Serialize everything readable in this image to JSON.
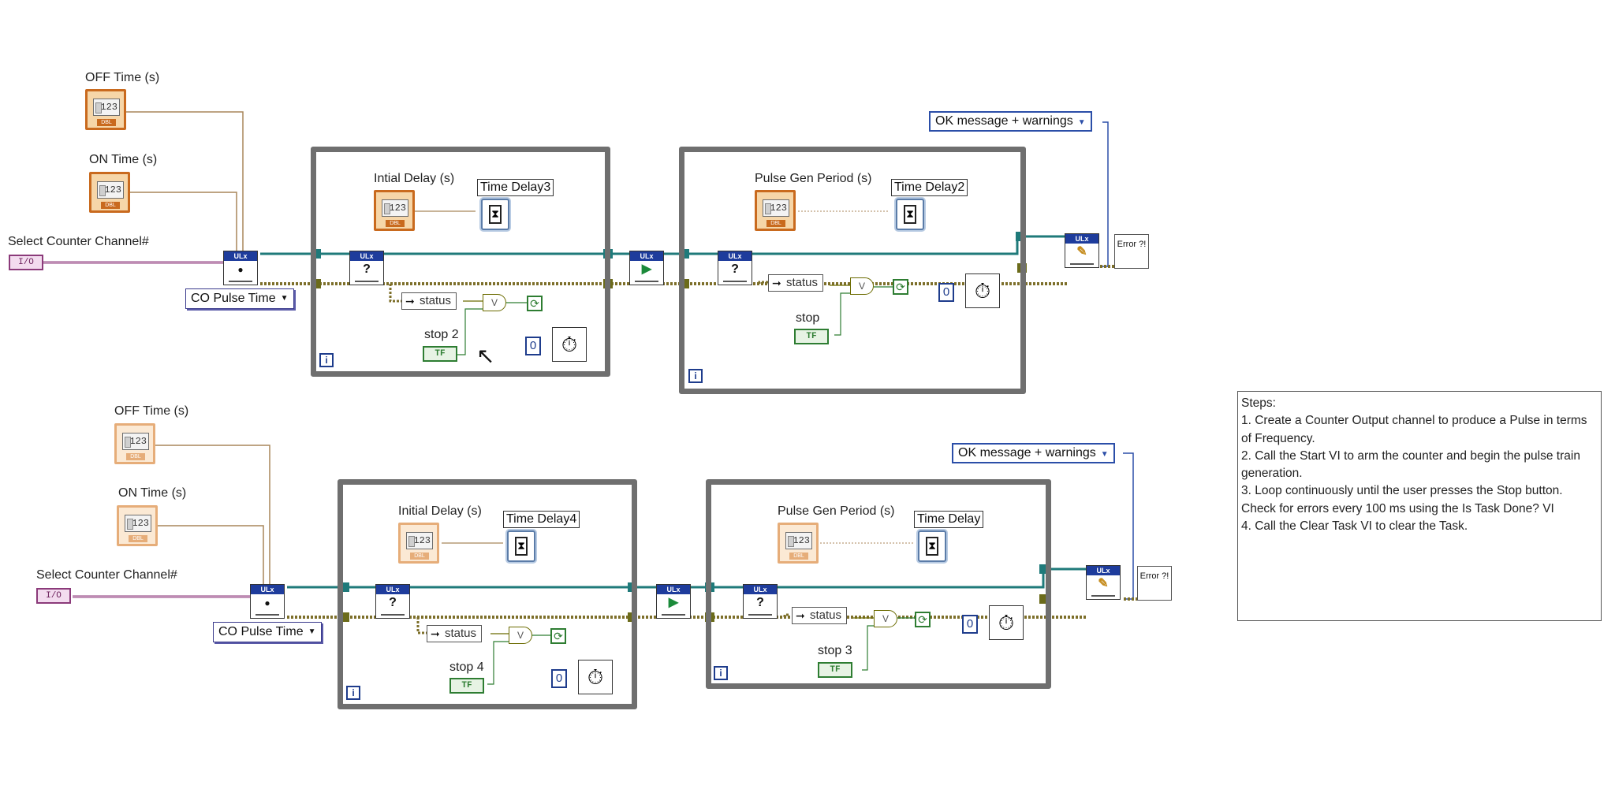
{
  "top": {
    "off_time_label": "OFF Time (s)",
    "on_time_label": "ON Time (s)",
    "select_channel_label": "Select Counter Channel#",
    "io_text": "I/O",
    "pulse_ring": "CO Pulse Time",
    "initial_delay_label": "Intial Delay (s)",
    "time_delay_a": "Time Delay3",
    "status_label": "status",
    "stop_label": "stop 2",
    "zero": "0",
    "iter_label": "i",
    "pulse_gen_label": "Pulse Gen Period (s)",
    "time_delay_b": "Time Delay2",
    "status_label_b": "status",
    "stop_label_b": "stop",
    "zero_b": "0",
    "ok_message": "OK message + warnings"
  },
  "bottom": {
    "off_time_label": "OFF Time (s)",
    "on_time_label": "ON Time (s)",
    "select_channel_label": "Select Counter Channel#",
    "io_text": "I/O",
    "pulse_ring": "CO Pulse Time",
    "initial_delay_label": "Initial Delay (s)",
    "time_delay_a": "Time Delay4",
    "status_label": "status",
    "stop_label": "stop 4",
    "zero": "0",
    "iter_label": "i",
    "pulse_gen_label": "Pulse Gen Period (s)",
    "time_delay_b": "Time Delay",
    "status_label_b": "status",
    "stop_label_b": "stop 3",
    "zero_b": "0",
    "ok_message": "OK message + warnings"
  },
  "common": {
    "numeric_text": "123",
    "dbl_text": "DBL",
    "ulx_text": "ULx",
    "tf_text": "TF",
    "error_text": "Error ?!",
    "query_glyph": "?"
  },
  "steps": {
    "title": "Steps:",
    "items": [
      "1.  Create a Counter Output channel to produce a Pulse in terms of Frequency.",
      "2. Call the Start VI to arm the counter and begin the pulse train generation.",
      "3.  Loop continuously until the user presses the Stop button. Check for errors every 100 ms using the Is Task Done? VI",
      "4.  Call the Clear Task VI to clear the Task."
    ]
  },
  "colors": {
    "wire_task": "#1f7a7a",
    "wire_error": "#7d6f2a",
    "wire_numeric": "#a8865a",
    "wire_io": "#8b3a7a",
    "loop_frame": "#6f6f6f"
  }
}
